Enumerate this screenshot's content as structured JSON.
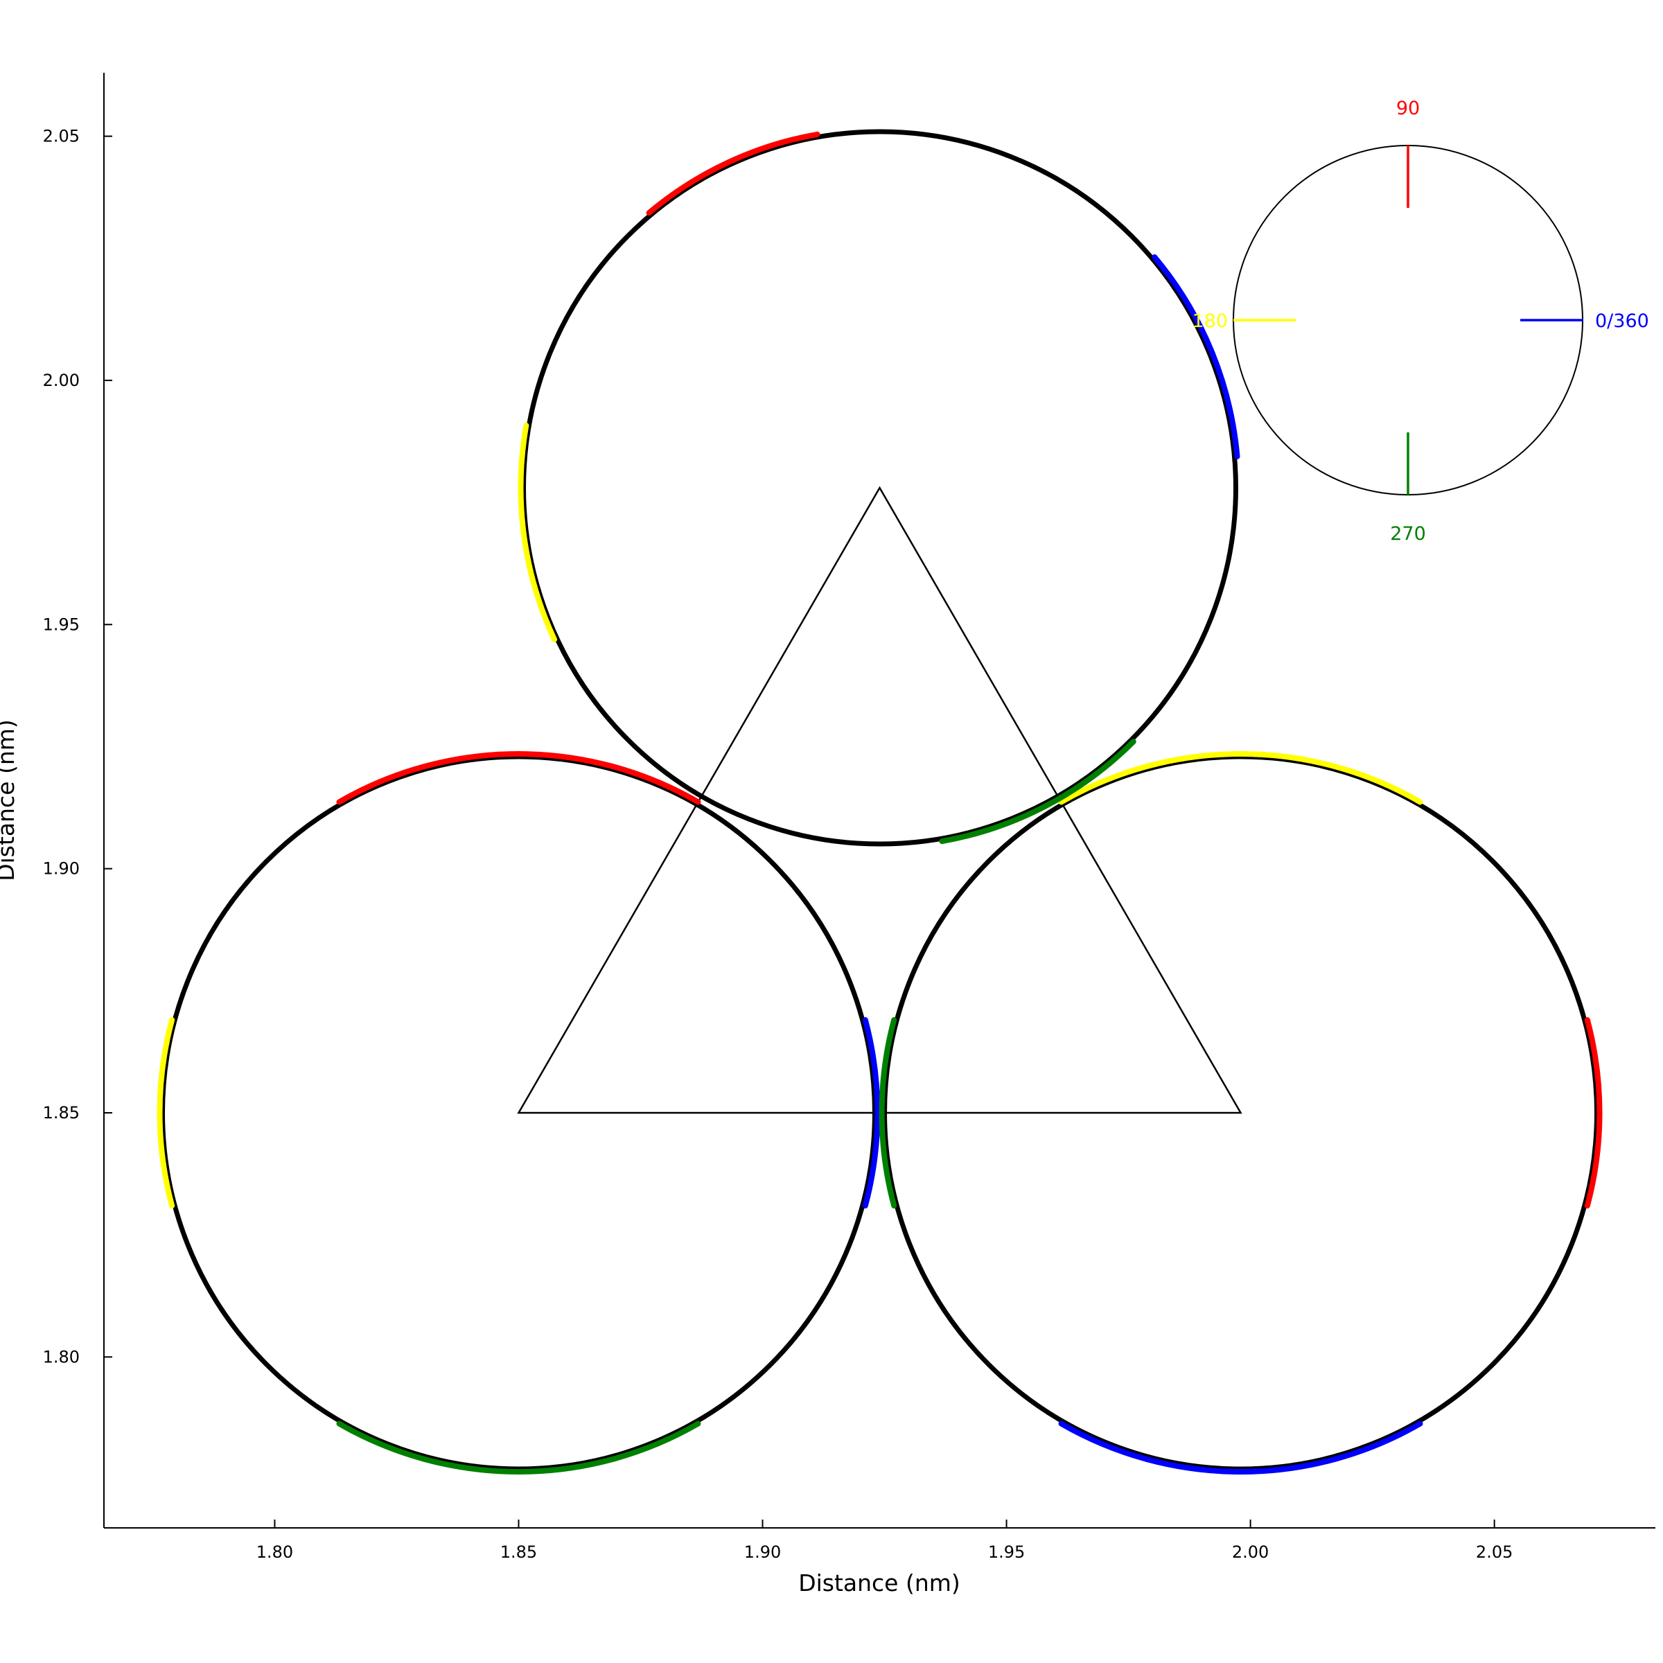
{
  "chart_data": {
    "type": "scatter",
    "xlabel": "Distance (nm)",
    "ylabel": "Distance (nm)",
    "xlim": [
      1.765,
      2.083
    ],
    "ylim": [
      1.765,
      2.063
    ],
    "x_ticks": [
      1.8,
      1.85,
      1.9,
      1.95,
      2.0,
      2.05
    ],
    "y_ticks": [
      1.8,
      1.85,
      1.9,
      1.95,
      2.0,
      2.05
    ],
    "x_tick_labels": [
      "1.80",
      "1.85",
      "1.90",
      "1.95",
      "2.00",
      "2.05"
    ],
    "y_tick_labels": [
      "1.80",
      "1.85",
      "1.90",
      "1.95",
      "2.00",
      "2.05"
    ],
    "grid": false,
    "triangle": [
      [
        1.85,
        1.85
      ],
      [
        1.998,
        1.85
      ],
      [
        1.924,
        1.978
      ]
    ],
    "circles": [
      {
        "center": [
          1.85,
          1.85
        ],
        "radius": 0.073,
        "arcs": [
          {
            "color": "#ff0000",
            "from_deg": 60,
            "to_deg": 120
          },
          {
            "color": "#ffff00",
            "from_deg": 165,
            "to_deg": 195
          },
          {
            "color": "#008000",
            "from_deg": 240,
            "to_deg": 300
          },
          {
            "color": "#0000ff",
            "from_deg": -15,
            "to_deg": 15
          }
        ]
      },
      {
        "center": [
          1.998,
          1.85
        ],
        "radius": 0.073,
        "arcs": [
          {
            "color": "#ffff00",
            "from_deg": 60,
            "to_deg": 120
          },
          {
            "color": "#008000",
            "from_deg": 165,
            "to_deg": 195
          },
          {
            "color": "#0000ff",
            "from_deg": 240,
            "to_deg": 300
          },
          {
            "color": "#ff0000",
            "from_deg": -15,
            "to_deg": 15
          }
        ]
      },
      {
        "center": [
          1.924,
          1.978
        ],
        "radius": 0.073,
        "arcs": [
          {
            "color": "#ff0000",
            "from_deg": 100,
            "to_deg": 130
          },
          {
            "color": "#ffff00",
            "from_deg": 170,
            "to_deg": 205
          },
          {
            "color": "#008000",
            "from_deg": 280,
            "to_deg": 315
          },
          {
            "color": "#0000ff",
            "from_deg": 5,
            "to_deg": 40
          }
        ]
      }
    ],
    "orientation_legend": [
      {
        "label": "90",
        "angle_deg": 90,
        "color": "#ff0000"
      },
      {
        "label": "180",
        "angle_deg": 180,
        "color": "#ffff00"
      },
      {
        "label": "270",
        "angle_deg": 270,
        "color": "#008000"
      },
      {
        "label": "0/360",
        "angle_deg": 0,
        "color": "#0000ff"
      }
    ]
  }
}
